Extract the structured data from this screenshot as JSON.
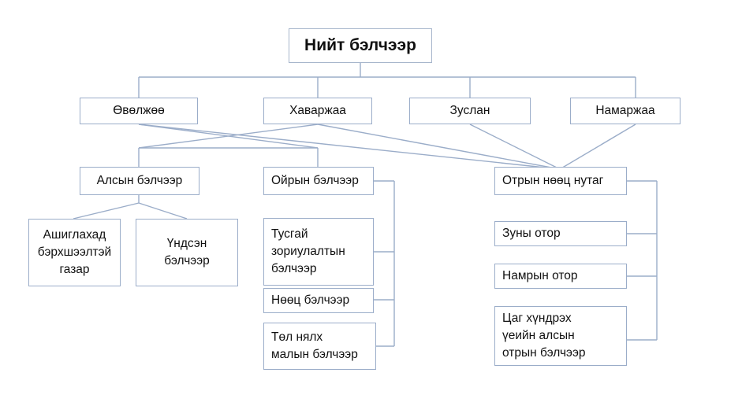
{
  "diagram": {
    "title": "Нийт бэлчээр",
    "border_color": "#9badc9",
    "connector_color": "#9badc9",
    "background_color": "#ffffff",
    "text_color": "#111111",
    "levels": {
      "root": "Нийт бэлчээр",
      "seasonal_camps": [
        "Өвөлжөө",
        "Хаваржаа",
        "Зуслан",
        "Намаржаа"
      ],
      "pasture_types": [
        "Алсын бэлчээр",
        "Ойрын бэлчээр",
        "Отрын нөөц нутаг"
      ],
      "far_pasture_children": [
        "Ашиглахад\nбэрхшээлтэй\nгазар",
        "Үндсэн\nбэлчээр"
      ],
      "near_pasture_children": [
        "Тусгай\nзориулалтын\nбэлчээр",
        "Нөөц бэлчээр",
        "Төл нялх\nмалын бэлчээр"
      ],
      "otor_reserve_children": [
        "Зуны отор",
        "Намрын отор",
        "Цаг хүндрэх\nүеийн алсын\nотрын бэлчээр"
      ]
    },
    "nodes": {
      "root": "Нийт бэлчээр",
      "ovoljoo": "Өвөлжөө",
      "havarjaa": "Хаваржаа",
      "zuslan": "Зуслан",
      "namarjaa": "Намаржаа",
      "alsyn": "Алсын бэлчээр",
      "oiryn": "Ойрын бэлчээр",
      "otryn": "Отрын нөөц нутаг",
      "ashiglahad": "Ашиглахад\nбэрхшээлтэй\nгазар",
      "undsen": "Үндсэн\nбэлчээр",
      "tusgai": "Тусгай\nзориулалтын\nбэлчээр",
      "nooc": "Нөөц бэлчээр",
      "tol": "Төл нялх\nмалын бэлчээр",
      "zuny_otor": "Зуны отор",
      "namryn_otor": "Намрын отор",
      "cag_hundreh": "Цаг хүндрэх\nүеийн алсын\nотрын бэлчээр"
    }
  }
}
